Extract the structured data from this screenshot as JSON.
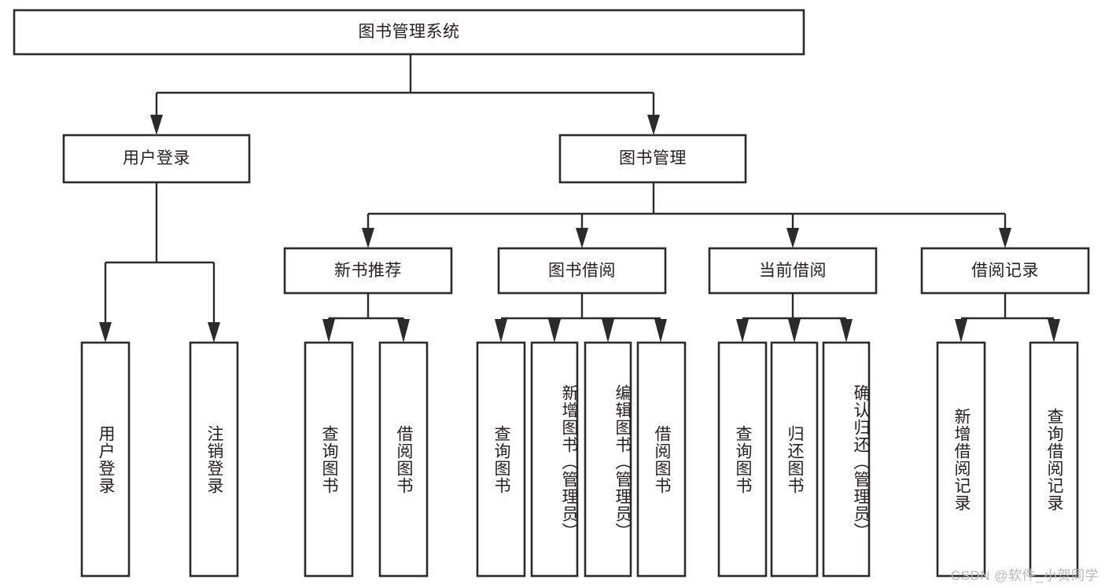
{
  "diagram": {
    "type": "tree-hierarchy-chart",
    "title": "图书管理系统",
    "watermark": "CSDN @软件_小贺同学",
    "colors": {
      "stroke": "#2b2b2b",
      "fill": "#ffffff",
      "text": "#231f20",
      "watermark": "#b8b8b8"
    },
    "nodes": {
      "root": {
        "label": "图书管理系统",
        "orientation": "horizontal"
      },
      "level2": [
        {
          "id": "user-login",
          "label": "用户登录",
          "orientation": "horizontal"
        },
        {
          "id": "book-management",
          "label": "图书管理",
          "orientation": "horizontal"
        }
      ],
      "level3": [
        {
          "id": "new-book-recommend",
          "label": "新书推荐",
          "orientation": "horizontal"
        },
        {
          "id": "book-borrow",
          "label": "图书借阅",
          "orientation": "horizontal"
        },
        {
          "id": "current-borrow",
          "label": "当前借阅",
          "orientation": "horizontal"
        },
        {
          "id": "borrow-record",
          "label": "借阅记录",
          "orientation": "horizontal"
        }
      ],
      "leaves": [
        {
          "id": "leaf-user-login",
          "label": "用户登录",
          "parent": "user-login",
          "orientation": "vertical"
        },
        {
          "id": "leaf-logout-login",
          "label": "注销登录",
          "parent": "user-login",
          "orientation": "vertical"
        },
        {
          "id": "leaf-query-book-1",
          "label": "查询图书",
          "parent": "new-book-recommend",
          "orientation": "vertical"
        },
        {
          "id": "leaf-borrow-book-1",
          "label": "借阅图书",
          "parent": "new-book-recommend",
          "orientation": "vertical"
        },
        {
          "id": "leaf-query-book-2",
          "label": "查询图书",
          "parent": "book-borrow",
          "orientation": "vertical"
        },
        {
          "id": "leaf-add-book",
          "label": "新增图书（管理员）",
          "parent": "book-borrow",
          "orientation": "vertical"
        },
        {
          "id": "leaf-edit-book",
          "label": "编辑图书（管理员）",
          "parent": "book-borrow",
          "orientation": "vertical"
        },
        {
          "id": "leaf-borrow-book-2",
          "label": "借阅图书",
          "parent": "book-borrow",
          "orientation": "vertical"
        },
        {
          "id": "leaf-query-book-3",
          "label": "查询图书",
          "parent": "current-borrow",
          "orientation": "vertical"
        },
        {
          "id": "leaf-return-book",
          "label": "归还图书",
          "parent": "current-borrow",
          "orientation": "vertical"
        },
        {
          "id": "leaf-confirm-return",
          "label": "确认归还（管理员）",
          "parent": "current-borrow",
          "orientation": "vertical"
        },
        {
          "id": "leaf-add-record",
          "label": "新增借阅记录",
          "parent": "borrow-record",
          "orientation": "vertical"
        },
        {
          "id": "leaf-query-record",
          "label": "查询借阅记录",
          "parent": "borrow-record",
          "orientation": "vertical"
        }
      ]
    }
  }
}
